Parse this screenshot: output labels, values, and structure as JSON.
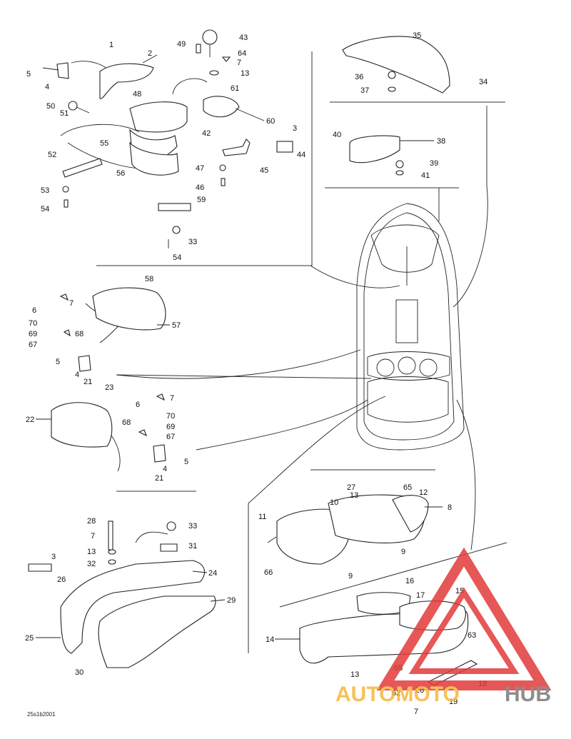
{
  "diagram": {
    "code": "25s1b2001",
    "watermark": {
      "brand_left": "AUTOMOTO",
      "brand_right": "HUB",
      "accent": "#f6b73c",
      "triangle": "#e23a3a"
    },
    "labels": [
      "1",
      "2",
      "3",
      "4",
      "5",
      "6",
      "7",
      "8",
      "9",
      "10",
      "11",
      "12",
      "13",
      "14",
      "15",
      "16",
      "17",
      "18",
      "19",
      "20",
      "21",
      "22",
      "23",
      "24",
      "25",
      "26",
      "27",
      "28",
      "29",
      "30",
      "31",
      "32",
      "33",
      "34",
      "35",
      "36",
      "37",
      "38",
      "39",
      "40",
      "41",
      "42",
      "43",
      "44",
      "45",
      "46",
      "47",
      "48",
      "49",
      "50",
      "51",
      "52",
      "53",
      "54",
      "55",
      "56",
      "57",
      "58",
      "59",
      "60",
      "61",
      "62",
      "63",
      "64",
      "65",
      "66",
      "67",
      "68",
      "69",
      "70"
    ]
  }
}
